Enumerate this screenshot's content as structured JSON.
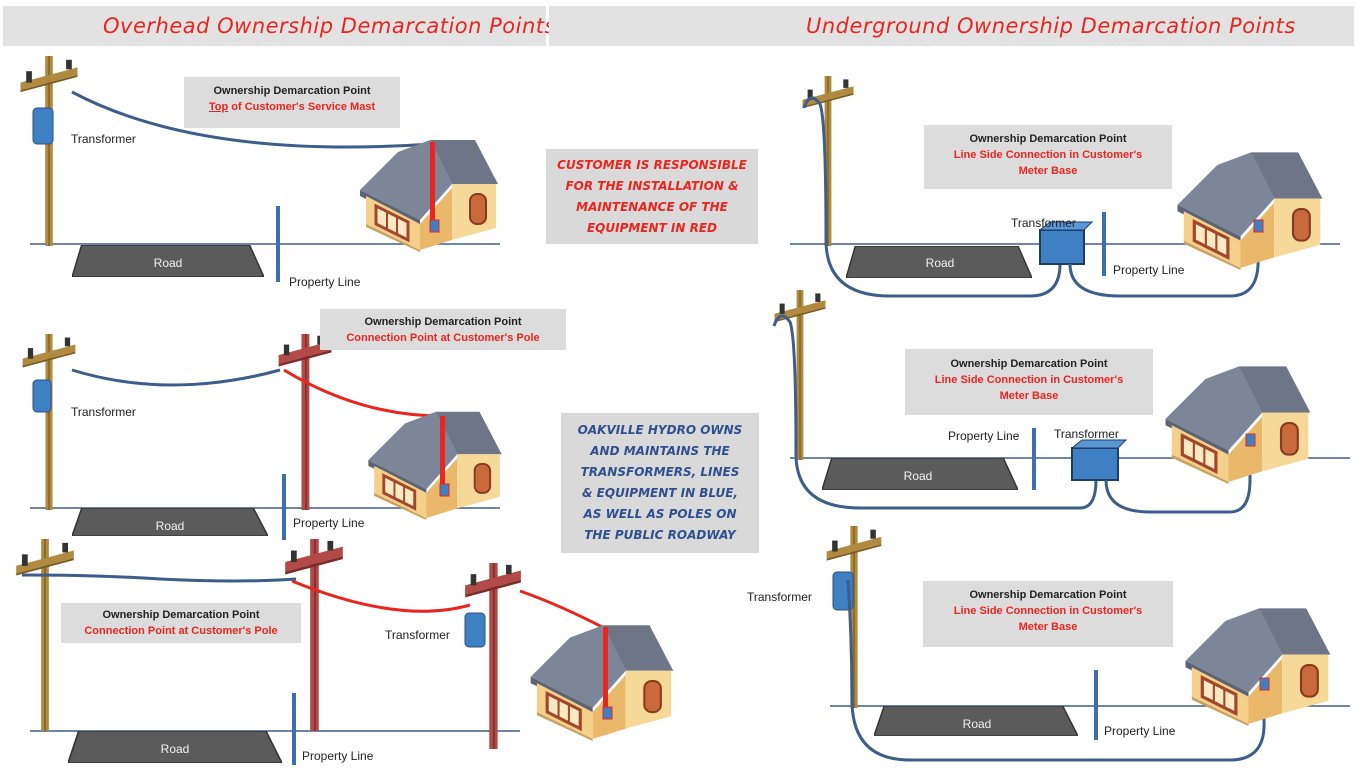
{
  "headers": {
    "overhead": "Overhead Ownership Demarcation Points",
    "underground": "Underground Ownership Demarcation Points"
  },
  "colors": {
    "customer": "#e8261f",
    "utility": "#3d5d8a",
    "header_text": "#e8261f",
    "box_bg": "#dcdcdc"
  },
  "notes": {
    "customer": "CUSTOMER IS RESPONSIBLE FOR THE INSTALLATION & MAINTENANCE OF THE EQUIPMENT IN RED",
    "utility": "OAKVILLE HYDRO OWNS AND MAINTAINS THE TRANSFORMERS, LINES & EQUIPMENT IN BLUE, AS WELL AS POLES ON THE PUBLIC ROADWAY"
  },
  "overhead": [
    {
      "box_title": "Ownership Demarcation Point",
      "box_sub_prefix": "Top",
      "box_sub": " of Customer's Service Mast",
      "transformer": "Transformer",
      "road": "Road",
      "property_line": "Property Line"
    },
    {
      "box_title": "Ownership Demarcation Point",
      "box_sub": "Connection Point at Customer's Pole",
      "transformer": "Transformer",
      "road": "Road",
      "property_line": "Property Line"
    },
    {
      "box_title": "Ownership Demarcation Point",
      "box_sub": "Connection Point at Customer's Pole",
      "transformer": "Transformer",
      "road": "Road",
      "property_line": "Property Line"
    }
  ],
  "underground": [
    {
      "box_title": "Ownership Demarcation Point",
      "box_sub_1": "Line Side Connection in Customer's",
      "box_sub_2": "Meter Base",
      "transformer": "Transformer",
      "road": "Road",
      "property_line": "Property Line"
    },
    {
      "box_title": "Ownership Demarcation Point",
      "box_sub_1": "Line Side Connection in Customer's",
      "box_sub_2": "Meter Base",
      "transformer": "Transformer",
      "road": "Road",
      "property_line": "Property Line"
    },
    {
      "box_title": "Ownership Demarcation Point",
      "box_sub_1": "Line Side Connection in Customer's",
      "box_sub_2": "Meter Base",
      "transformer": "Transformer",
      "road": "Road",
      "property_line": "Property Line"
    }
  ]
}
